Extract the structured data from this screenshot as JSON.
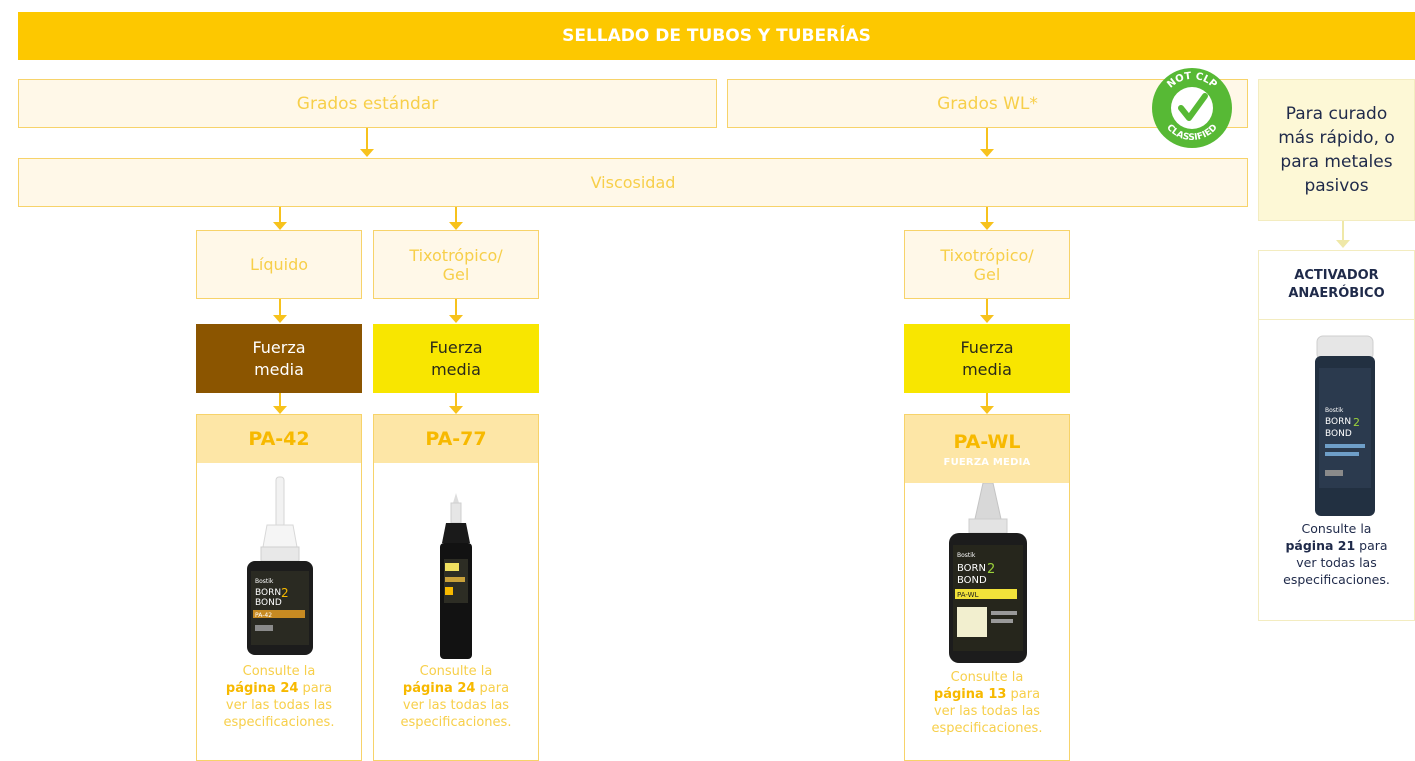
{
  "title": "SELLADO DE TUBOS Y TUBERÍAS",
  "grades": {
    "standard": "Grados estándar",
    "wl": "Grados WL*"
  },
  "badge": {
    "line1": "NOT CLP",
    "line2": "CLASSIFIED",
    "icon": "check-icon",
    "color": "#57b935"
  },
  "viscosity": "Viscosidad",
  "types": {
    "liquid": "Líquido",
    "thixo_line1": "Tixotrópico/",
    "thixo_line2": "Gel"
  },
  "strength": {
    "line1": "Fuerza",
    "line2": "media"
  },
  "products": [
    {
      "name": "PA-42",
      "subtitle": "",
      "footer_pre": "Consulte la",
      "footer_page": "página 24",
      "footer_post1": "para",
      "footer_post2": "ver las todas las",
      "footer_post3": "especificaciones."
    },
    {
      "name": "PA-77",
      "subtitle": "",
      "footer_pre": "Consulte la",
      "footer_page": "página 24",
      "footer_post1": "para",
      "footer_post2": "ver las todas las",
      "footer_post3": "especificaciones."
    },
    {
      "name": "PA-WL",
      "subtitle": "FUERZA MEDIA",
      "footer_pre": "Consulte la",
      "footer_page": "página 13",
      "footer_post1": "para",
      "footer_post2": "ver las todas las",
      "footer_post3": "especificaciones."
    }
  ],
  "bottle_labels": {
    "brand": "Bostik",
    "born": "BORN",
    "two": "2",
    "bond": "BOND",
    "pa42": "PA-42",
    "pawl": "PA-WL"
  },
  "sidebar": {
    "description_lines": [
      "Para curado",
      "más rápido, o",
      "para metales",
      "pasivos"
    ],
    "activator_line1": "ACTIVADOR",
    "activator_line2": "ANAERÓBICO",
    "footer_pre": "Consulte la",
    "footer_page": "página 21",
    "footer_post1": "para",
    "footer_post2": "ver todas las",
    "footer_post3": "especificaciones."
  },
  "colors": {
    "banner": "#fdc800",
    "brown_strength": "#8b5500",
    "yellow_strength": "#f8e600",
    "accent": "#f7b900"
  }
}
